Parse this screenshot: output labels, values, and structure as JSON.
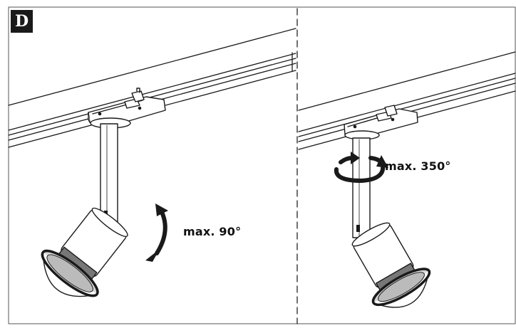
{
  "step": {
    "badge": "D"
  },
  "panels": [
    {
      "label": "max. 90°"
    },
    {
      "label": "max. 350°"
    }
  ]
}
